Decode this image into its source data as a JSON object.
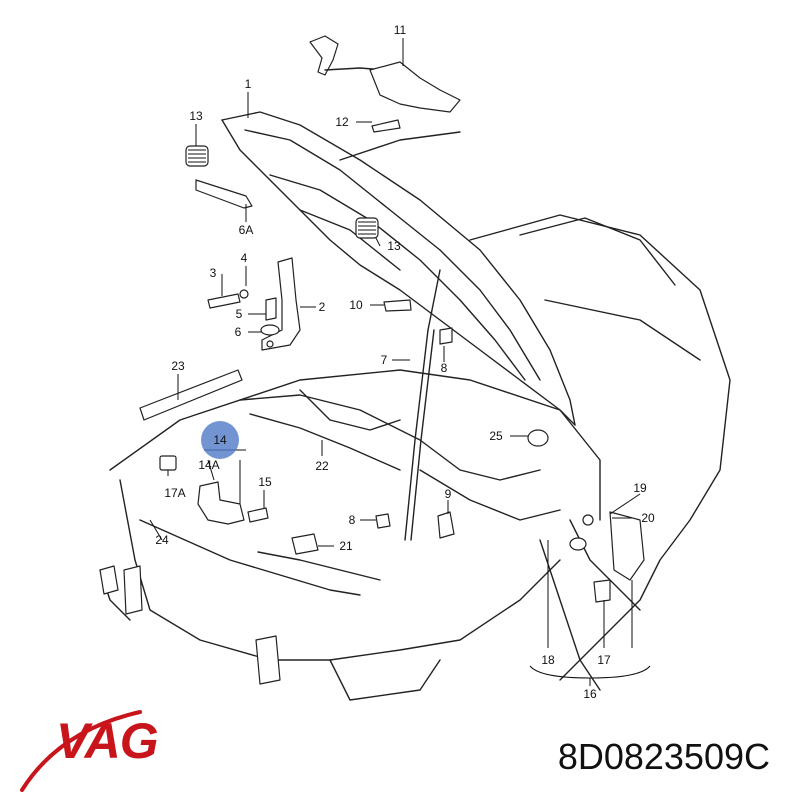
{
  "brand": {
    "name": "VAG",
    "color": "#c8151b"
  },
  "part_number": "8D0823509C",
  "highlight": {
    "label": "14",
    "color": "#4f79c7"
  },
  "callouts": {
    "c1": "1",
    "c2": "2",
    "c3": "3",
    "c4": "4",
    "c5": "5",
    "c6": "6",
    "c6a": "6A",
    "c7": "7",
    "c8a": "8",
    "c8b": "8",
    "c9": "9",
    "c10": "10",
    "c11": "11",
    "c12": "12",
    "c13a": "13",
    "c13b": "13",
    "c14a": "14A",
    "c15": "15",
    "c16": "16",
    "c17": "17",
    "c17a": "17A",
    "c18": "18",
    "c19": "19",
    "c20": "20",
    "c21": "21",
    "c22": "22",
    "c23": "23",
    "c24": "24",
    "c25": "25"
  }
}
